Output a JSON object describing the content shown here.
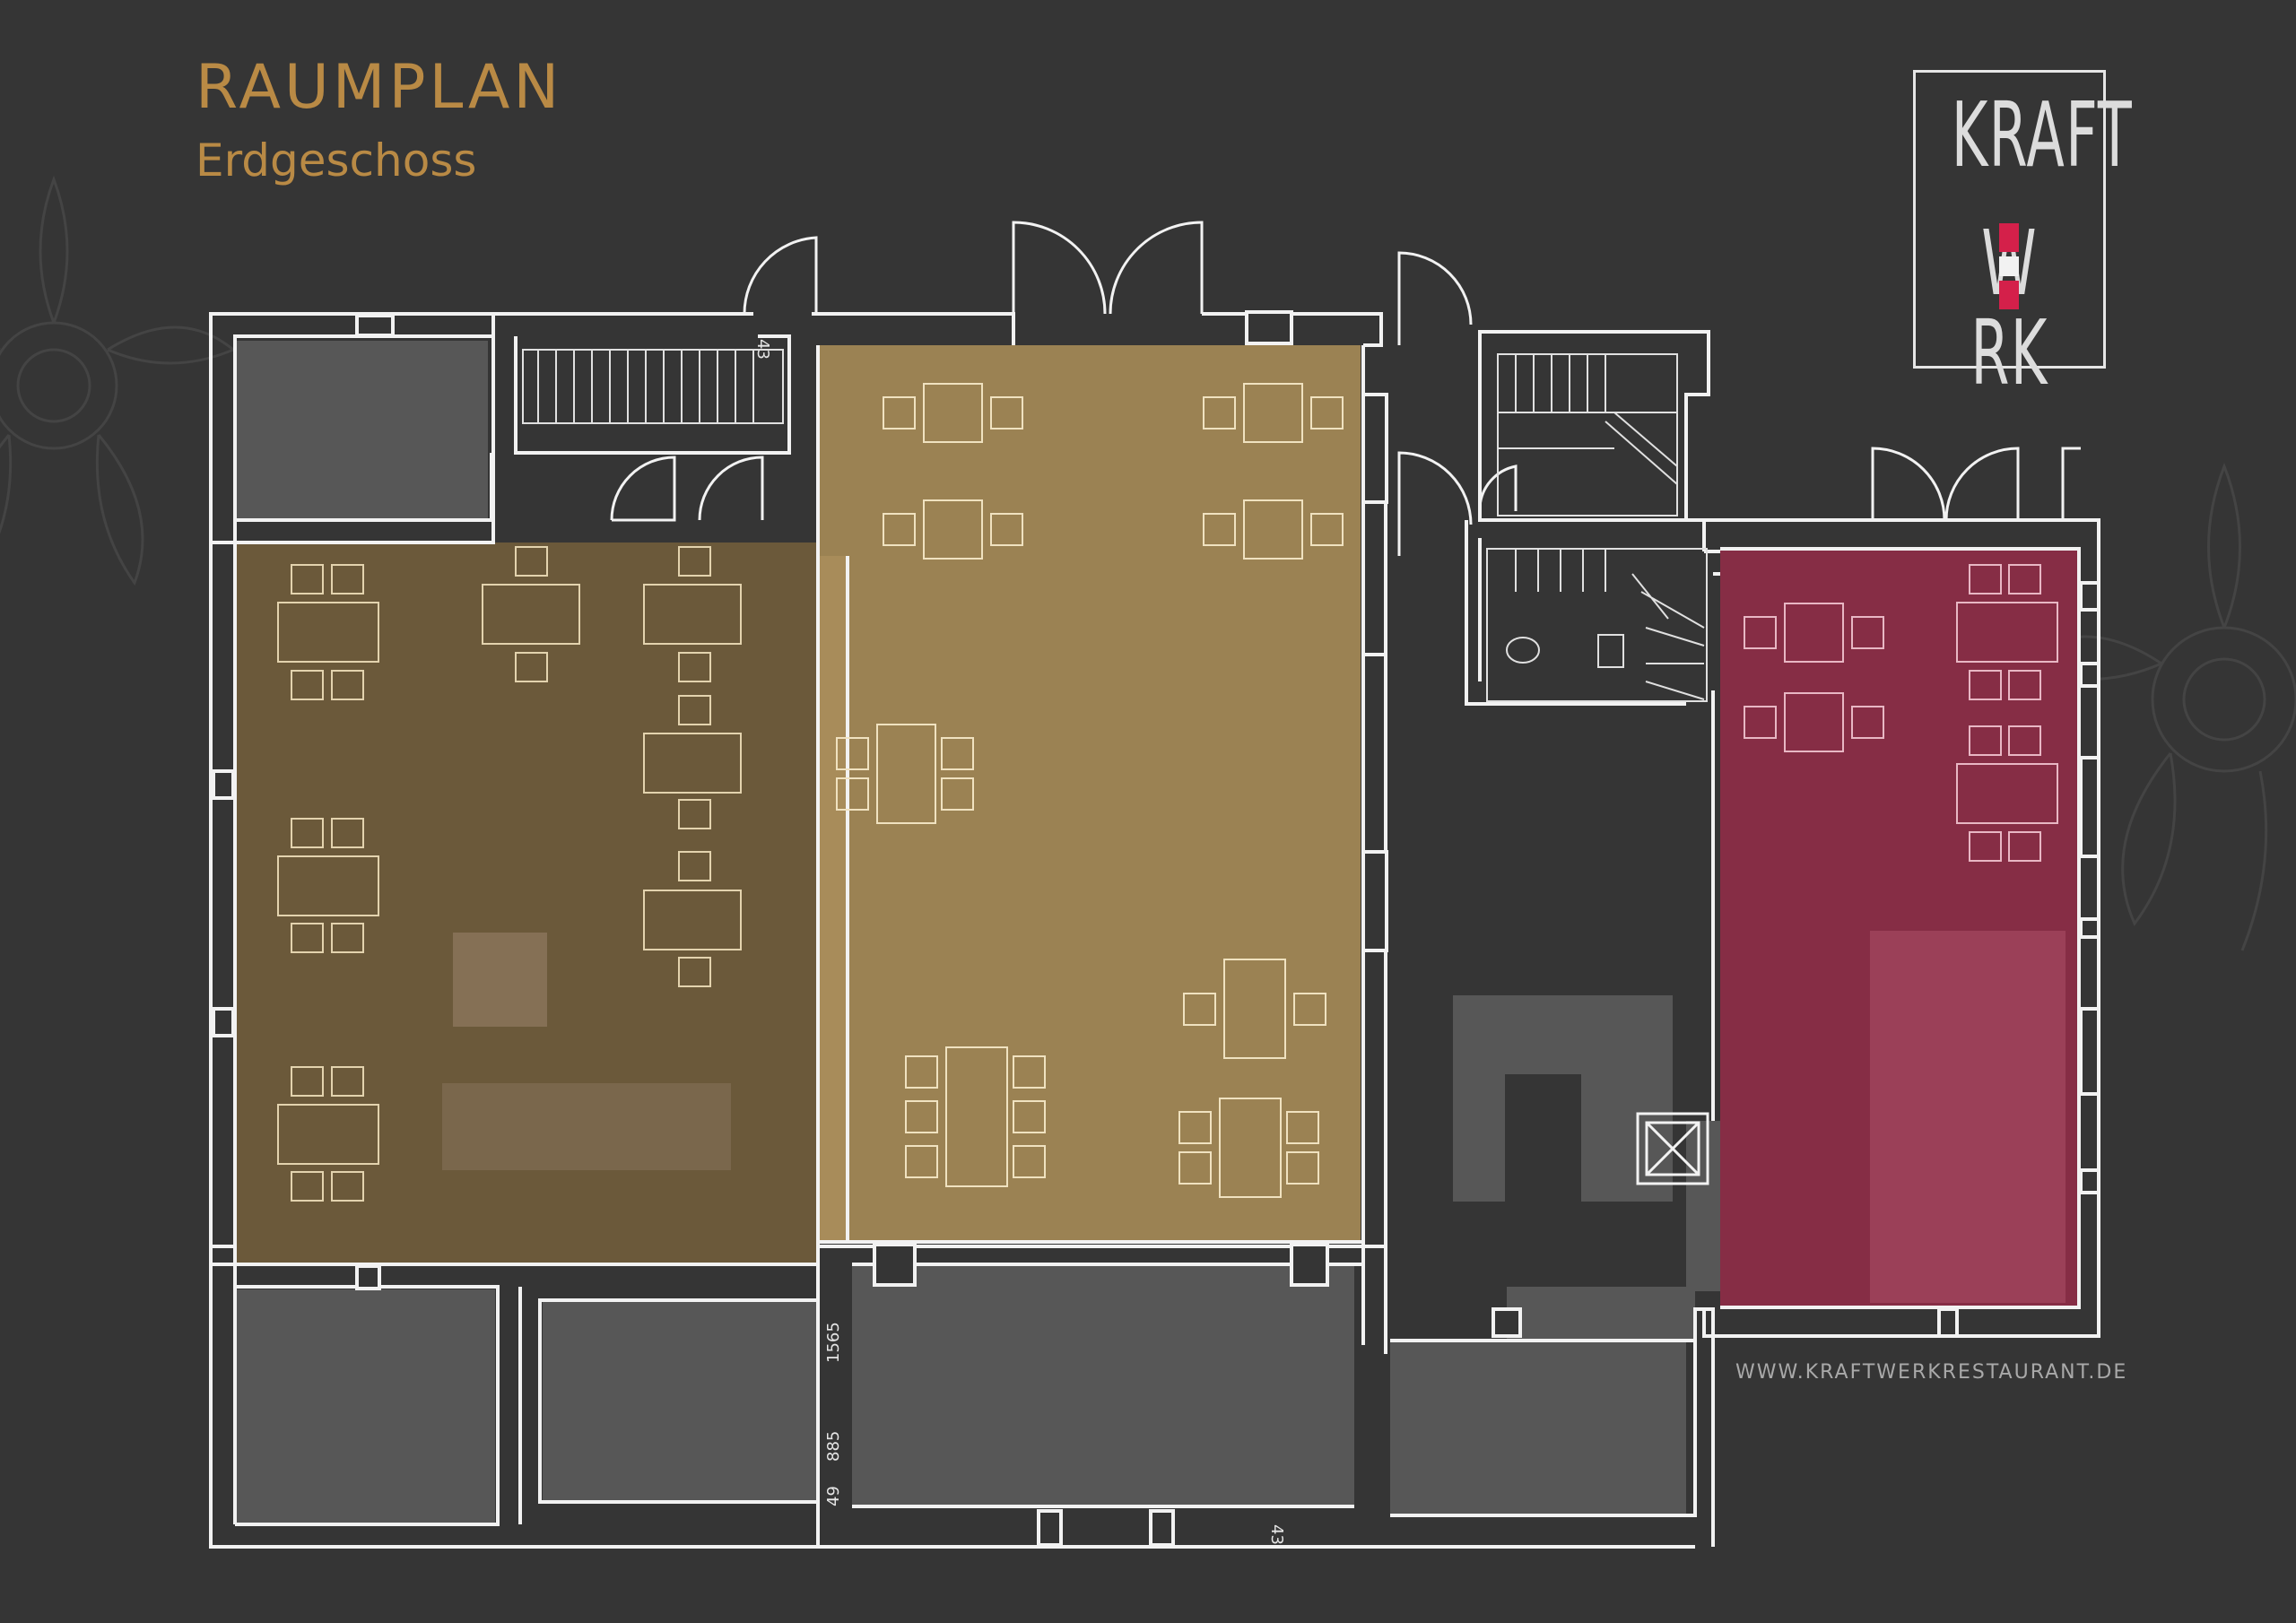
{
  "header": {
    "title": "RAUMPLAN",
    "subtitle": "Erdgeschoss"
  },
  "logo": {
    "line1": "KRAFT",
    "line2": "W   RK",
    "accent_color": "#d4204a"
  },
  "footer": {
    "url": "WWW.KRAFTWERKRESTAURANT.DE"
  },
  "dimensions": {
    "d1": "43",
    "d2": "1565",
    "d3": "885",
    "d4": "49",
    "d5": "43"
  },
  "colors": {
    "background": "#353535",
    "wall": "#f2f2f2",
    "room_dark_brown": "#6b593a",
    "room_gold": "#9b8253",
    "room_red": "#862d45",
    "service_grey": "#575757",
    "text_gold": "#b98a45"
  },
  "icons": [
    "stairs-icon",
    "toilet-icon",
    "sink-icon",
    "elevator-icon",
    "edelweiss-decoration-icon"
  ]
}
